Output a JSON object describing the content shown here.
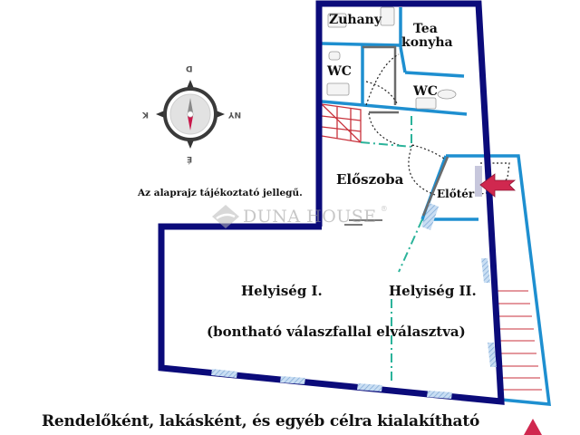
{
  "rooms": {
    "zuhany": "Zuhany",
    "tea_line1": "Tea",
    "tea_line2": "konyha",
    "wc_left": "WC",
    "wc_right": "WC",
    "eloszoba": "Előszoba",
    "eloter": "Előtér",
    "helyiseg1": "Helyiség I.",
    "helyiseg2": "Helyiség II.",
    "partition_note": "(bontható válaszfallal elválasztva)"
  },
  "notes": {
    "disclaimer": "Az alaprajz tájékoztató jellegű.",
    "footer": "Rendelőként, lakásként, és egyéb célra kialakítható"
  },
  "watermark": {
    "brand": "DUNA HOUSE",
    "mark": "®"
  },
  "compass": {
    "top": "D",
    "bottom": "É",
    "left": "K",
    "right": "NY"
  },
  "colors": {
    "outer_wall": "#0b0b7a",
    "inner_wall": "#1e8fd0",
    "stairs": "#c8323c",
    "entry_arrow": "#d0284f",
    "divider": "#2bb39a",
    "window_hatch": "#a6c8ea",
    "compass_needle_south": "#c8174a"
  }
}
